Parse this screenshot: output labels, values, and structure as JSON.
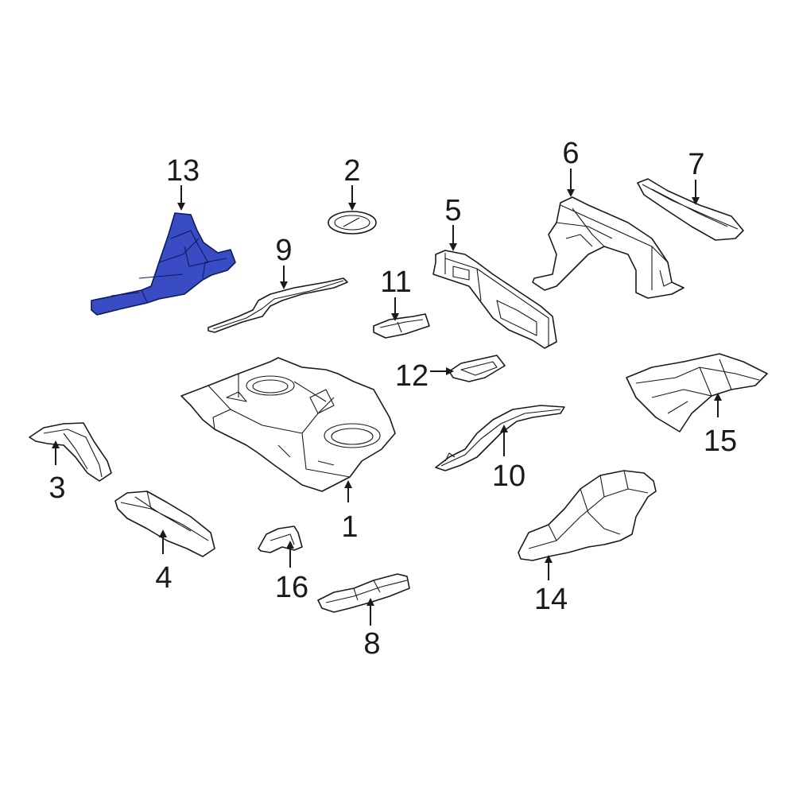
{
  "diagram": {
    "highlight_color": "#3a4cc4",
    "outline_color": "#1a1a1a",
    "highlighted_part": "13"
  },
  "callouts": [
    "1",
    "2",
    "3",
    "4",
    "5",
    "6",
    "7",
    "8",
    "9",
    "10",
    "11",
    "12",
    "13",
    "14",
    "15",
    "16"
  ]
}
